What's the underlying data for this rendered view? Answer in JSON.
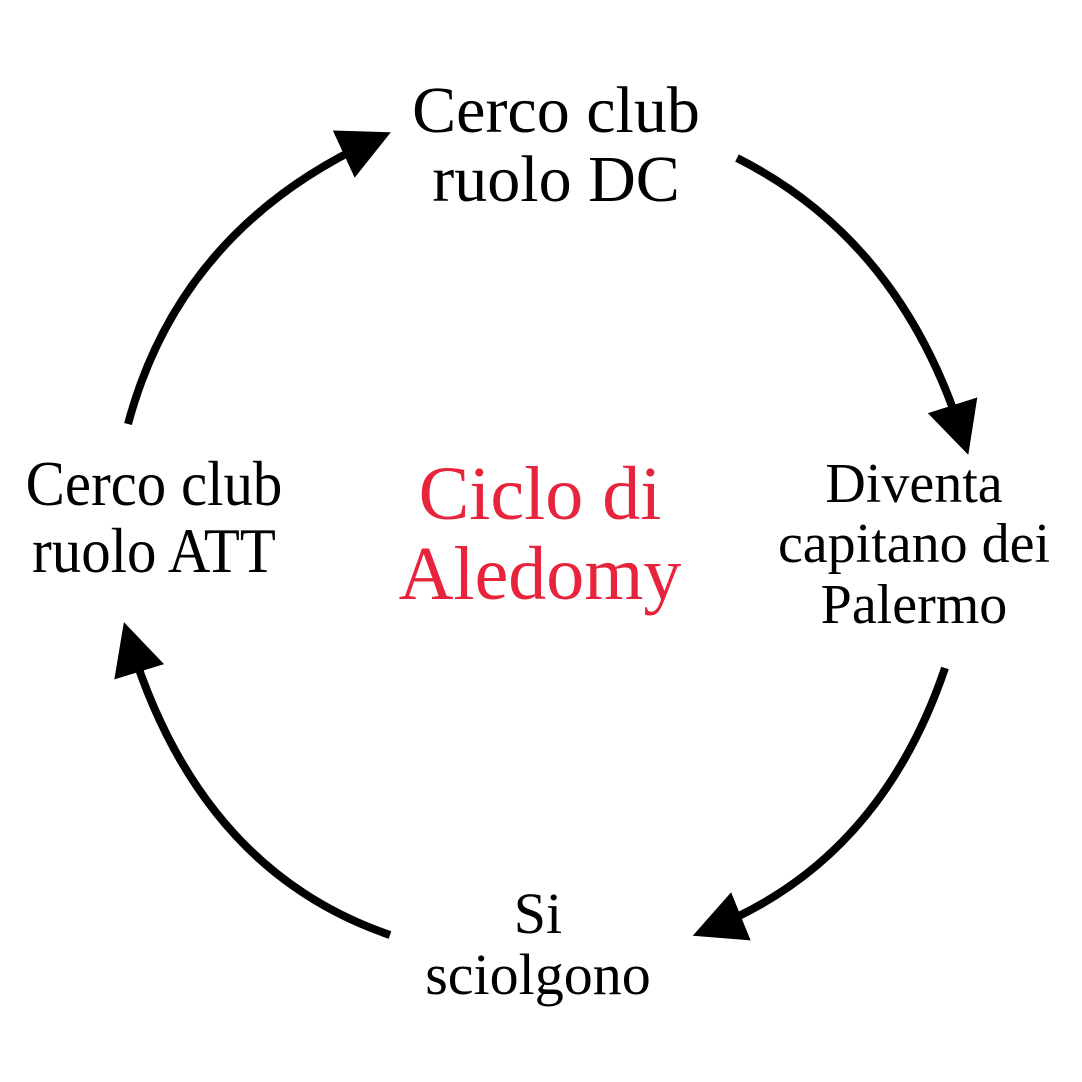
{
  "center": {
    "title_lines": [
      "Ciclo di",
      "Aledomy"
    ],
    "color": "#e8243c"
  },
  "nodes": {
    "top": {
      "lines": [
        "Cerco club",
        "ruolo DC"
      ]
    },
    "right": {
      "lines": [
        "Diventa",
        "capitano dei",
        "Palermo"
      ]
    },
    "bottom": {
      "lines": [
        "Si",
        "sciolgono"
      ]
    },
    "left": {
      "lines": [
        "Cerco club",
        "ruolo ATT"
      ]
    }
  },
  "arrow_color": "#000000"
}
